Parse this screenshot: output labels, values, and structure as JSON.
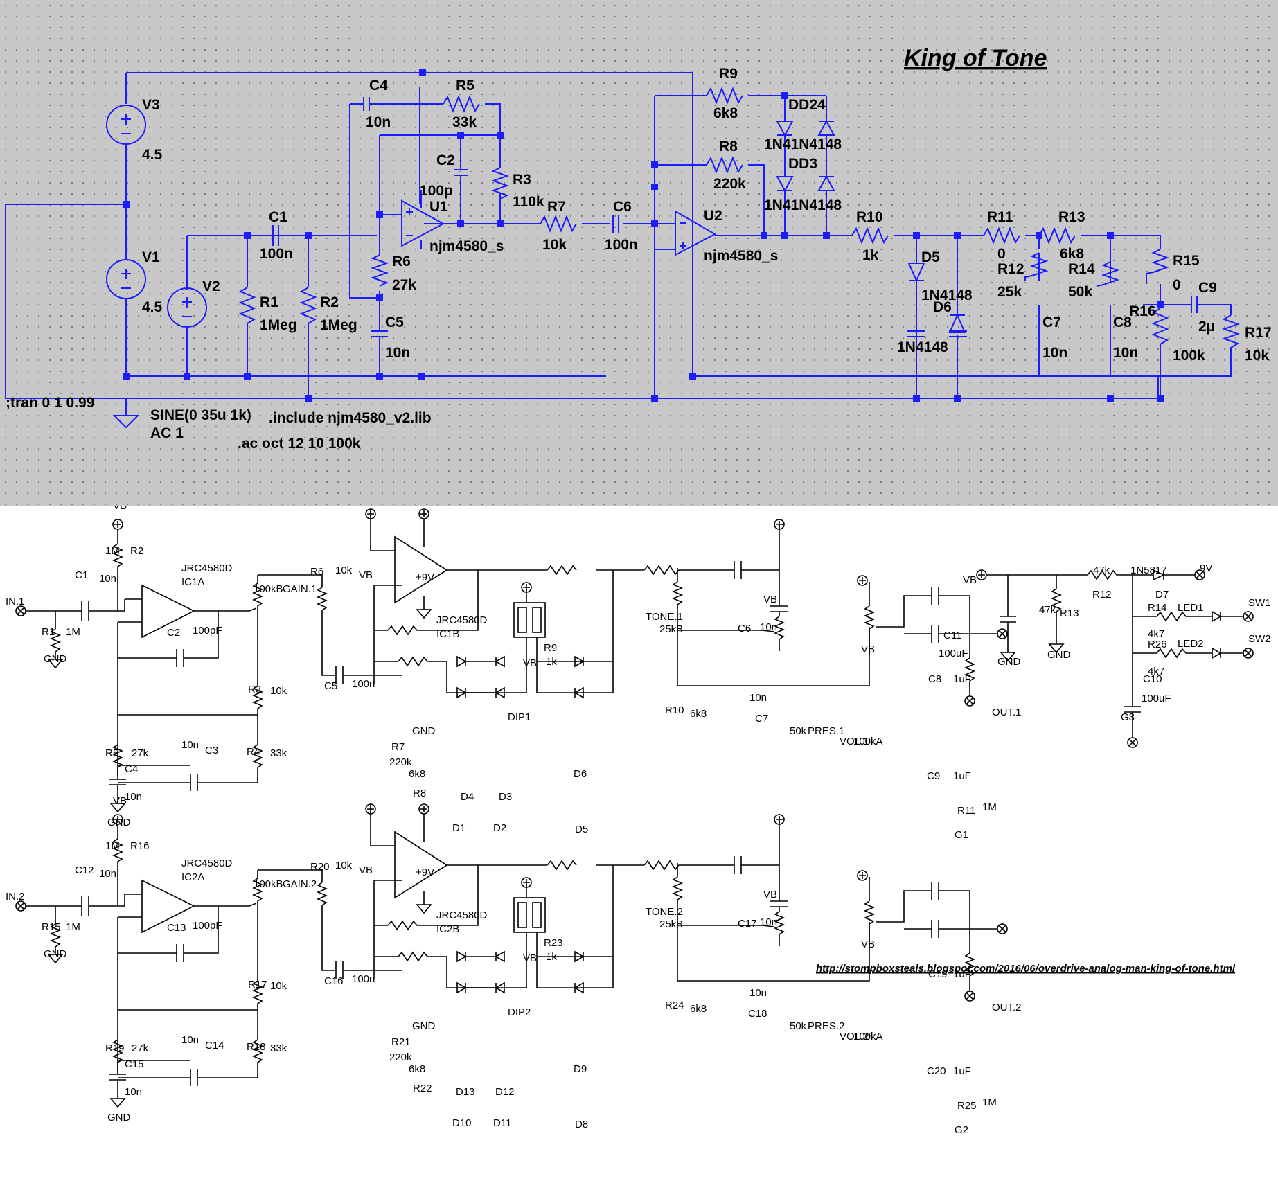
{
  "top": {
    "title": "King of Tone",
    "components": [
      {
        "ref": "V3",
        "value": "4.5"
      },
      {
        "ref": "V1",
        "value": "4.5"
      },
      {
        "ref": "V2",
        "value": ""
      },
      {
        "ref": "C1",
        "value": "100n"
      },
      {
        "ref": "R1",
        "value": "1Meg"
      },
      {
        "ref": "R2",
        "value": "1Meg"
      },
      {
        "ref": "C4",
        "value": "10n"
      },
      {
        "ref": "R5",
        "value": "33k"
      },
      {
        "ref": "C2",
        "value": "100p"
      },
      {
        "ref": "R3",
        "value": "110k"
      },
      {
        "ref": "U1",
        "value": "njm4580_s"
      },
      {
        "ref": "R6",
        "value": "27k"
      },
      {
        "ref": "C5",
        "value": "10n"
      },
      {
        "ref": "R7",
        "value": "10k"
      },
      {
        "ref": "C6",
        "value": "100n"
      },
      {
        "ref": "R9",
        "value": "6k8"
      },
      {
        "ref": "R8",
        "value": "220k"
      },
      {
        "ref": "U2",
        "value": "njm4580_s"
      },
      {
        "ref": "R10",
        "value": "1k"
      },
      {
        "ref": "D5",
        "value": "1N4148"
      },
      {
        "ref": "D6",
        "value": "1N4148"
      },
      {
        "ref": "R11",
        "value": "0"
      },
      {
        "ref": "R12",
        "value": "25k"
      },
      {
        "ref": "C7",
        "value": "10n"
      },
      {
        "ref": "R13",
        "value": "6k8"
      },
      {
        "ref": "R14",
        "value": "50k"
      },
      {
        "ref": "C8",
        "value": "10n"
      },
      {
        "ref": "R15",
        "value": "0"
      },
      {
        "ref": "R16",
        "value": "100k"
      },
      {
        "ref": "C9",
        "value": "2µ"
      },
      {
        "ref": "R17",
        "value": "10k"
      }
    ],
    "diode_overlap": {
      "upper_ref": "DD24",
      "upper_value": "1N41N4148",
      "lower_ref": "DD3",
      "lower_value": "1N41N4148"
    },
    "directives": {
      "tran": ";tran 0 1 0.99",
      "sine": "SINE(0 35u 1k)",
      "ac1": "AC 1",
      "include": ".include njm4580_v2.lib",
      "ac": ".ac oct 12 10 100k"
    }
  },
  "bottom": {
    "url": "http://stompboxsteals.blogspot.com/2016/06/overdrive-analog-man-king-of-tone.html",
    "channel1": {
      "labels": [
        [
          "VB",
          163,
          5
        ],
        [
          "R2",
          188,
          70
        ],
        [
          "1M",
          152,
          70
        ],
        [
          "C1",
          108,
          105
        ],
        [
          "10n",
          143,
          110
        ],
        [
          "IN.1",
          8,
          143
        ],
        [
          "R1",
          60,
          187
        ],
        [
          "1M",
          95,
          187
        ],
        [
          "GND",
          63,
          226
        ],
        [
          "JRC4580D",
          262,
          95
        ],
        [
          "IC1A",
          262,
          115
        ],
        [
          "C2",
          241,
          188
        ],
        [
          "100pF",
          278,
          185
        ],
        [
          "100kB",
          366,
          125
        ],
        [
          "GAIN.1",
          408,
          125
        ],
        [
          "R6",
          448,
          100
        ],
        [
          "10k",
          484,
          98
        ],
        [
          "R3",
          358,
          270
        ],
        [
          "10k",
          390,
          272
        ],
        [
          "C5",
          468,
          265
        ],
        [
          "100n",
          508,
          262
        ],
        [
          "R5",
          152,
          362
        ],
        [
          "27k",
          190,
          362
        ],
        [
          "10n",
          262,
          350
        ],
        [
          "C3",
          296,
          358
        ],
        [
          "C4",
          180,
          385
        ],
        [
          "10n",
          180,
          425
        ],
        [
          "GND",
          155,
          462
        ],
        [
          "R4",
          356,
          360
        ],
        [
          "33k",
          390,
          362
        ],
        [
          "VB",
          518,
          105
        ],
        [
          "+9V",
          600,
          108
        ],
        [
          "JRC4580D",
          630,
          170
        ],
        [
          "IC1B",
          630,
          190
        ],
        [
          "GND",
          595,
          330
        ],
        [
          "R7",
          565,
          353
        ],
        [
          "220k",
          562,
          375
        ],
        [
          "6k8",
          590,
          392
        ],
        [
          "R8",
          596,
          420
        ],
        [
          "D4",
          665,
          425
        ],
        [
          "D3",
          720,
          425
        ],
        [
          "D1",
          653,
          470
        ],
        [
          "D2",
          712,
          470
        ],
        [
          "VB",
          755,
          232
        ],
        [
          "DIP1",
          733,
          310
        ],
        [
          "D6",
          828,
          392
        ],
        [
          "D5",
          830,
          472
        ],
        [
          "R9",
          785,
          210
        ],
        [
          "1k",
          788,
          230
        ],
        [
          "TONE.1",
          932,
          165
        ],
        [
          "25kB",
          952,
          183
        ],
        [
          "R10",
          960,
          300
        ],
        [
          "6k8",
          996,
          305
        ],
        [
          "C6",
          1065,
          182
        ],
        [
          "10n",
          1097,
          180
        ],
        [
          "VB",
          1102,
          140
        ],
        [
          "10n",
          1082,
          282
        ],
        [
          "C7",
          1090,
          312
        ],
        [
          "50k",
          1140,
          330
        ],
        [
          "PRES.1",
          1166,
          330
        ],
        [
          "VB",
          1243,
          212
        ],
        [
          "VOL.1",
          1212,
          345
        ],
        [
          "100kA",
          1232,
          345
        ],
        [
          "C8",
          1340,
          255
        ],
        [
          "1uF",
          1376,
          255
        ],
        [
          "C9",
          1338,
          395
        ],
        [
          "1uF",
          1376,
          395
        ],
        [
          "OUT.1",
          1432,
          303
        ],
        [
          "R11",
          1382,
          445
        ],
        [
          "1M",
          1418,
          440
        ],
        [
          "G1",
          1378,
          480
        ],
        [
          "VB",
          1390,
          112
        ],
        [
          "C11",
          1362,
          192
        ],
        [
          "100uF",
          1355,
          218
        ],
        [
          "GND",
          1440,
          230
        ],
        [
          "47k",
          1500,
          155
        ],
        [
          "R13",
          1530,
          160
        ],
        [
          "GND",
          1512,
          220
        ],
        [
          "47k",
          1578,
          98
        ],
        [
          "R12",
          1577,
          133
        ],
        [
          "1N5817",
          1632,
          98
        ],
        [
          "D7",
          1668,
          133
        ],
        [
          "9V",
          1732,
          95
        ],
        [
          "R14",
          1657,
          152
        ],
        [
          "4k7",
          1657,
          190
        ],
        [
          "LED1",
          1700,
          152
        ],
        [
          "SW1",
          1802,
          145
        ],
        [
          "R26",
          1657,
          205
        ],
        [
          "4k7",
          1657,
          244
        ],
        [
          "LED2",
          1700,
          204
        ],
        [
          "SW2",
          1802,
          197
        ],
        [
          "C10",
          1650,
          255
        ],
        [
          "100uF",
          1648,
          283
        ],
        [
          "G3",
          1618,
          310
        ]
      ]
    },
    "channel2": {
      "labels": [
        [
          "VB",
          163,
          5
        ],
        [
          "R16",
          188,
          70
        ],
        [
          "1M",
          152,
          70
        ],
        [
          "C12",
          108,
          105
        ],
        [
          "10n",
          143,
          110
        ],
        [
          "IN.2",
          8,
          143
        ],
        [
          "R15",
          60,
          187
        ],
        [
          "1M",
          95,
          187
        ],
        [
          "GND",
          63,
          226
        ],
        [
          "JRC4580D",
          262,
          95
        ],
        [
          "IC2A",
          262,
          115
        ],
        [
          "C13",
          241,
          188
        ],
        [
          "100pF",
          278,
          185
        ],
        [
          "100kB",
          366,
          125
        ],
        [
          "GAIN.2",
          408,
          125
        ],
        [
          "R20",
          448,
          100
        ],
        [
          "10k",
          484,
          98
        ],
        [
          "R17",
          358,
          270
        ],
        [
          "10k",
          390,
          272
        ],
        [
          "C16",
          468,
          265
        ],
        [
          "100n",
          508,
          262
        ],
        [
          "R19",
          152,
          362
        ],
        [
          "27k",
          190,
          362
        ],
        [
          "10n",
          262,
          350
        ],
        [
          "C14",
          296,
          358
        ],
        [
          "C15",
          180,
          385
        ],
        [
          "10n",
          180,
          425
        ],
        [
          "GND",
          155,
          462
        ],
        [
          "R18",
          356,
          360
        ],
        [
          "33k",
          390,
          362
        ],
        [
          "VB",
          518,
          105
        ],
        [
          "+9V",
          600,
          108
        ],
        [
          "JRC4580D",
          630,
          170
        ],
        [
          "IC2B",
          630,
          190
        ],
        [
          "GND",
          595,
          330
        ],
        [
          "R21",
          565,
          353
        ],
        [
          "220k",
          562,
          375
        ],
        [
          "6k8",
          590,
          392
        ],
        [
          "R22",
          596,
          420
        ],
        [
          "D13",
          658,
          425
        ],
        [
          "D12",
          715,
          425
        ],
        [
          "D10",
          653,
          470
        ],
        [
          "D11",
          712,
          470
        ],
        [
          "VB",
          755,
          232
        ],
        [
          "DIP2",
          733,
          310
        ],
        [
          "D9",
          828,
          392
        ],
        [
          "D8",
          830,
          472
        ],
        [
          "R23",
          785,
          210
        ],
        [
          "1k",
          788,
          230
        ],
        [
          "TONE.2",
          932,
          165
        ],
        [
          "25kB",
          952,
          183
        ],
        [
          "R24",
          960,
          300
        ],
        [
          "6k8",
          996,
          305
        ],
        [
          "C17",
          1065,
          182
        ],
        [
          "10n",
          1097,
          180
        ],
        [
          "VB",
          1102,
          140
        ],
        [
          "10n",
          1082,
          282
        ],
        [
          "C18",
          1080,
          312
        ],
        [
          "50k",
          1140,
          330
        ],
        [
          "PRES.2",
          1166,
          330
        ],
        [
          "VB",
          1243,
          212
        ],
        [
          "VOL.2",
          1212,
          345
        ],
        [
          "100kA",
          1232,
          345
        ],
        [
          "C19",
          1340,
          255
        ],
        [
          "1uF",
          1376,
          255
        ],
        [
          "C20",
          1338,
          395
        ],
        [
          "1uF",
          1376,
          395
        ],
        [
          "OUT.2",
          1432,
          303
        ],
        [
          "R25",
          1382,
          445
        ],
        [
          "1M",
          1418,
          440
        ],
        [
          "G2",
          1378,
          480
        ]
      ]
    }
  }
}
